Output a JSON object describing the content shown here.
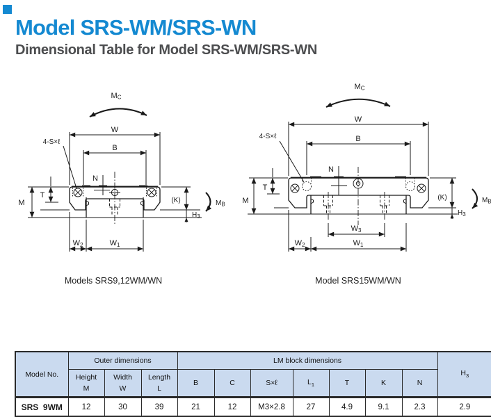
{
  "header": {
    "title": "Model SRS-WM/SRS-WN",
    "subtitle": "Dimensional Table for Model SRS-WM/SRS-WN",
    "accent_color": "#1489d1"
  },
  "captions": {
    "left": "Models SRS9,12WM/WN",
    "right": "Model SRS15WM/WN"
  },
  "dim": {
    "mc_base": "M",
    "mc_sub": "C",
    "mb_base": "M",
    "mb_sub": "B",
    "w": "W",
    "b": "B",
    "n": "N",
    "t": "T",
    "m": "M",
    "k": "(K)",
    "screw": "4-S×ℓ",
    "h3_base": "H",
    "h3_sub": "3",
    "w1_base": "W",
    "w1_sub": "1",
    "w2_base": "W",
    "w2_sub": "2",
    "w3_base": "W",
    "w3_sub": "3"
  },
  "table": {
    "model_col": "Model No.",
    "outer_group": "Outer dimensions",
    "lm_group": "LM block dimensions",
    "height": "Height",
    "height_sym": "M",
    "width": "Width",
    "width_sym": "W",
    "length": "Length",
    "length_sym": "L",
    "b": "B",
    "c": "C",
    "sxl": "S×ℓ",
    "l1_base": "L",
    "l1_sub": "1",
    "t": "T",
    "k": "K",
    "n": "N",
    "h3_base": "H",
    "h3_sub": "3",
    "row": {
      "model": "SRS  9WM",
      "m": "12",
      "w": "30",
      "l": "39",
      "b": "21",
      "c": "12",
      "sxl": "M3×2.8",
      "l1": "27",
      "t": "4.9",
      "k": "9.1",
      "n": "2.3",
      "h3": "2.9"
    }
  }
}
